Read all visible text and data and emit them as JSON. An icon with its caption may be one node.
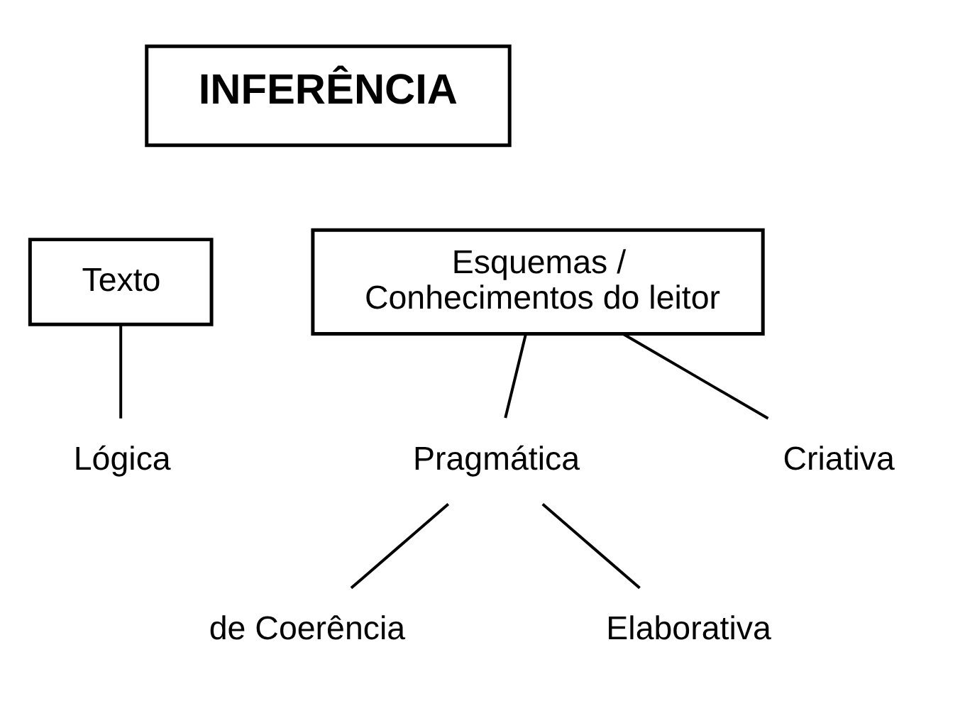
{
  "diagram": {
    "nodes": [
      {
        "text": [
          "INFERÊNCIA"
        ]
      },
      {
        "text": [
          "Texto"
        ]
      },
      {
        "text": [
          "Esquemas / Conhecimentos do leitor"
        ]
      },
      {
        "text": [
          "Lógica"
        ]
      },
      {
        "text": [
          "Pragmática"
        ]
      },
      {
        "text": [
          "Criativa"
        ]
      },
      {
        "text": [
          "de Coerência"
        ]
      },
      {
        "text": [
          "Elaborativa"
        ]
      }
    ],
    "edges": [
      {
        "from": 1,
        "to": 3,
        "arrow": "none"
      },
      {
        "from": 2,
        "to": 4,
        "arrow": "none"
      },
      {
        "from": 2,
        "to": 5,
        "arrow": "none"
      },
      {
        "from": 4,
        "to": 6,
        "arrow": "none"
      },
      {
        "from": 4,
        "to": 7,
        "arrow": "none"
      }
    ]
  }
}
